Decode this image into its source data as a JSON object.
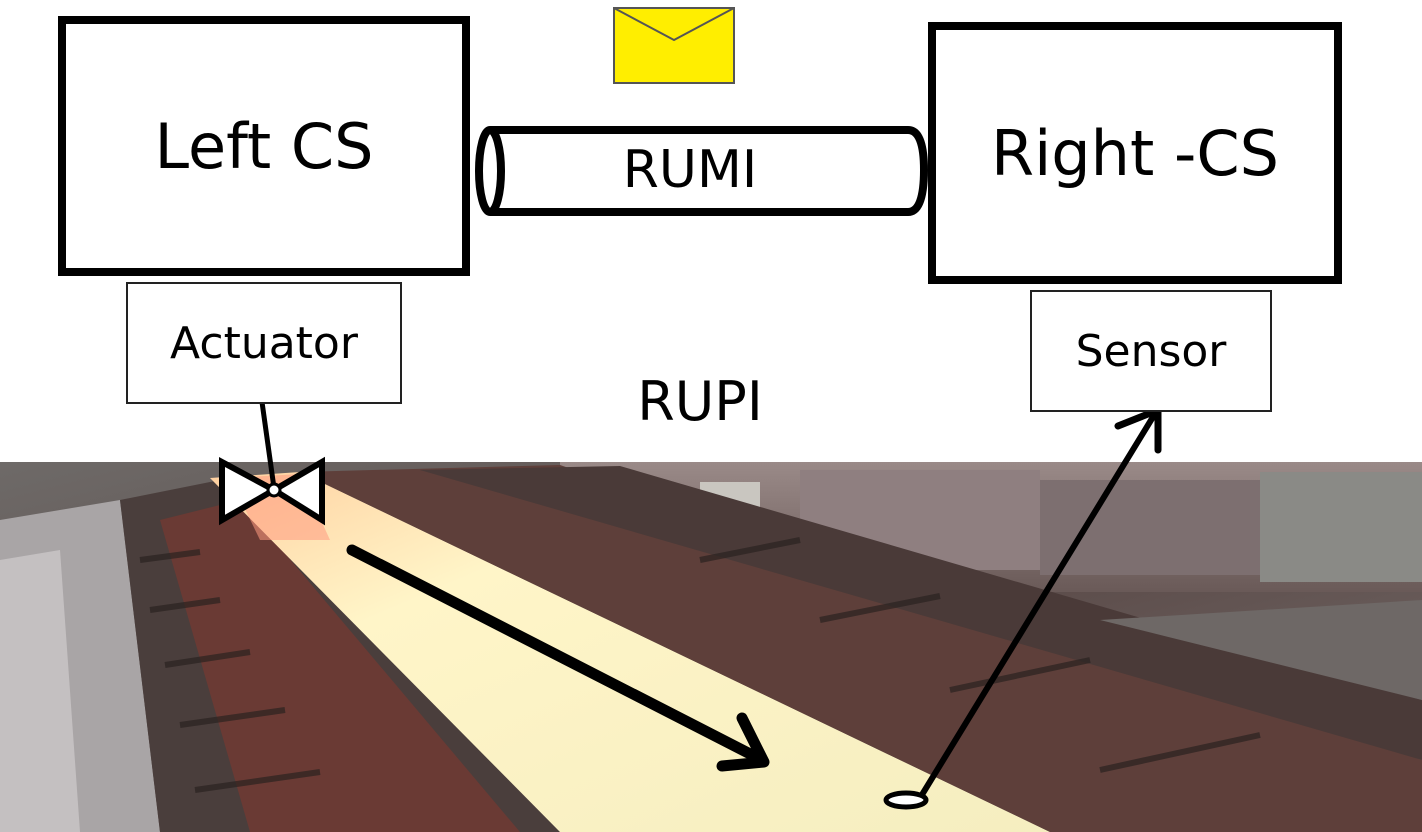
{
  "diagram": {
    "left_system": {
      "label": "Left CS"
    },
    "right_system": {
      "label": "Right -CS"
    },
    "channel": {
      "label": "RUMI"
    },
    "actuator": {
      "label": "Actuator"
    },
    "sensor": {
      "label": "Sensor"
    },
    "physical_channel": {
      "label": "RUPI"
    },
    "colors": {
      "envelope": "#ffee00",
      "hot_strip": "#fff3b0",
      "box_border": "#000000"
    },
    "icons": [
      "envelope-icon",
      "valve-icon",
      "sensor-probe-icon"
    ]
  }
}
